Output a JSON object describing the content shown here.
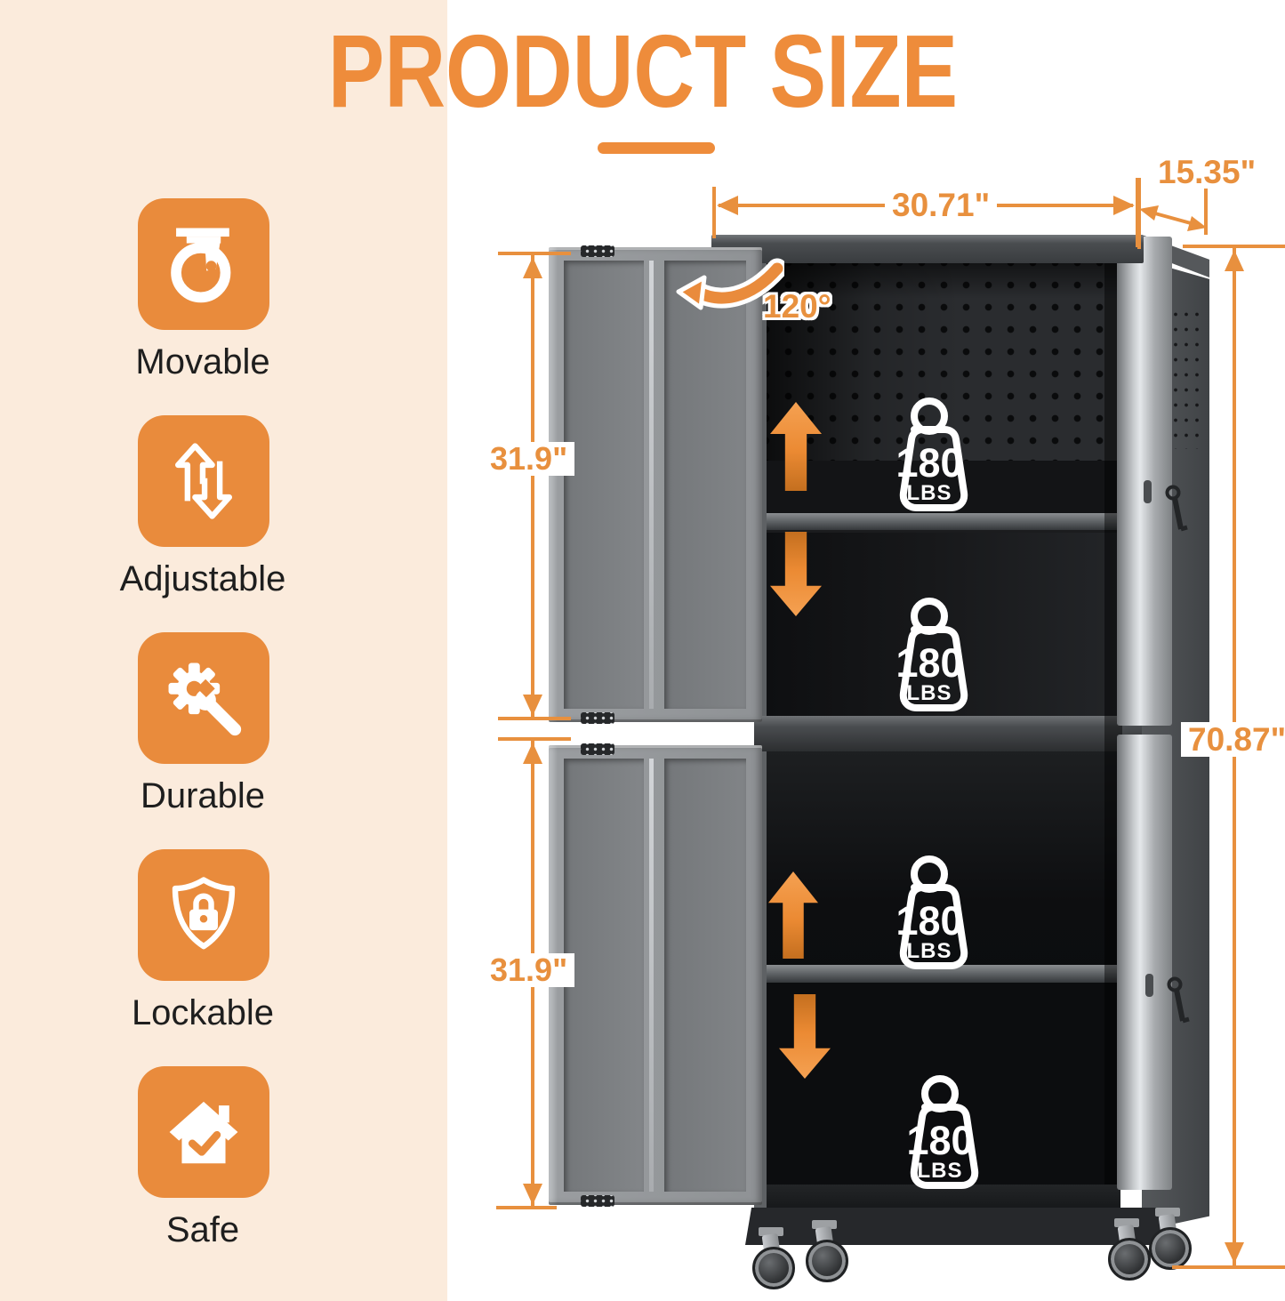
{
  "title": "PRODUCT SIZE",
  "features": [
    {
      "label": "Movable"
    },
    {
      "label": "Adjustable"
    },
    {
      "label": "Durable"
    },
    {
      "label": "Lockable"
    },
    {
      "label": "Safe"
    }
  ],
  "dimensions": {
    "width": "30.71\"",
    "depth": "15.35\"",
    "door_open_angle": "120°",
    "upper_section_height": "31.9\"",
    "lower_section_height": "31.9\"",
    "total_height": "70.87\""
  },
  "shelf_capacity": {
    "value": "180",
    "unit": "LBS"
  },
  "colors": {
    "accent_orange": "#E98B3C",
    "peach_background": "#FBEBDC",
    "cabinet_dark": "#3A3D40"
  }
}
